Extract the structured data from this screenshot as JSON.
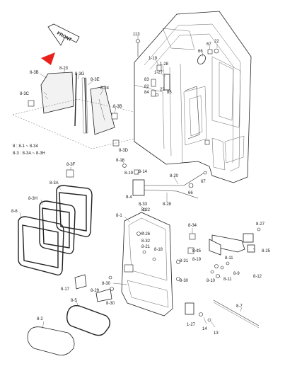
{
  "front_arrow": {
    "label": "FRONT",
    "color": "#e8211c"
  },
  "notes": [
    "8 : 8-1 ~ 8-34",
    "8-3 : 8-3A ~ 8-3H"
  ],
  "labels": {
    "l113": "113",
    "l66a": "66",
    "l67a": "67",
    "l22a": "22",
    "l119": "1-19",
    "l128": "1-28",
    "l127a": "1-27",
    "l83": "83",
    "l82": "82",
    "l84": "84",
    "l22b": "22",
    "l85": "85",
    "l8_23": "8-23",
    "l8_3B_top": "8-3B",
    "l8_3G": "8-3G",
    "l8_3E": "8-3E",
    "l8_24": "8-24",
    "l8_3C": "8-3C",
    "l8_3B_mid": "8-3B",
    "l8_3D": "8-3D",
    "l8_16": "8-16",
    "l8_14": "8-14",
    "l8_20": "8-20",
    "l8_19_top": "8-19",
    "l8_4": "8-4",
    "l8_28": "8-28",
    "l66b": "66",
    "l67b": "67",
    "l8_3F": "8-3F",
    "l8_3A": "8-3A",
    "l8_3H": "8-3H",
    "l8_6": "8-6",
    "l8_1": "8-1",
    "l8_33": "8-33",
    "l8_22": "8-22",
    "l8_26": "8-26",
    "l8_32": "8-32",
    "l8_21": "8-21",
    "l8_18": "8-18",
    "l8_31": "8-31",
    "l8_30a": "8-30",
    "l8_34": "8-34",
    "l8_15": "8-15",
    "l8_19b": "8-19",
    "l8_27": "8-27",
    "l8_25": "8-25",
    "l8_11a": "8-11",
    "l8_9": "8-9",
    "l8_10": "8-10",
    "l8_11b": "8-11",
    "l8_12": "8-12",
    "l8_17": "8-17",
    "l8_30b": "8-30",
    "l8_29": "8-29",
    "l8_30c": "8-30",
    "l8_5": "8-5",
    "l8_7": "8-7",
    "l1_27b": "1-27",
    "l14": "14",
    "l13": "13",
    "l8_2": "8-2"
  }
}
